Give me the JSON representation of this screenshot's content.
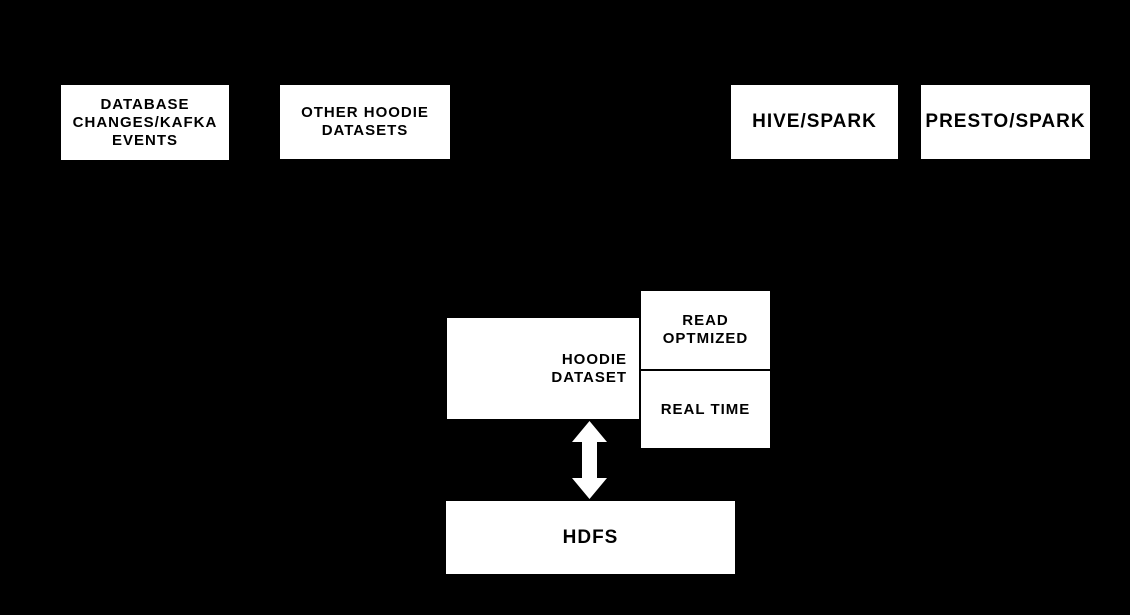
{
  "diagram": {
    "background_color": "#000000",
    "node_fill_color": "#ffffff",
    "node_text_color": "#000000",
    "nodes": {
      "database_changes": {
        "label": "DATABASE\nCHANGES/KAFKA\nEVENTS"
      },
      "other_hoodie_datasets": {
        "label": "OTHER HOODIE\nDATASETS"
      },
      "hive_spark": {
        "label": "HIVE/SPARK"
      },
      "presto_spark": {
        "label": "PRESTO/SPARK"
      },
      "hoodie_dataset": {
        "label": "HOODIE\nDATASET"
      },
      "read_optimized": {
        "label": "READ\nOPTMIZED"
      },
      "real_time": {
        "label": "REAL TIME"
      },
      "hdfs": {
        "label": "HDFS"
      }
    },
    "connectors": [
      {
        "name": "hoodie-dataset-to-hdfs",
        "type": "double-headed-vertical-arrow",
        "color": "#ffffff"
      }
    ]
  }
}
